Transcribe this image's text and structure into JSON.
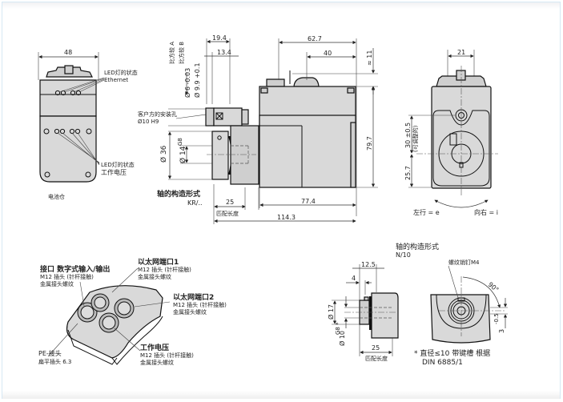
{
  "drawing": {
    "front_view": {
      "width_dim": "48",
      "led_ethernet_label_1": "LED灯的状态",
      "led_ethernet_label_2": "Ethernet",
      "led_power_label_1": "LED灯的状态",
      "led_power_label_2": "工作电压",
      "battery_label": "电池仓"
    },
    "side_view": {
      "dim_19_4": "19.4",
      "dim_13_4": "13.4",
      "dim_phi6": "Ø 6 -0.03",
      "dim_phi6_note": "比方较 A",
      "dim_phi9_9": "Ø 9.9 +0.1",
      "dim_phi9_9_note": "比方较 B",
      "mount_hole_1": "客户方的安装孔",
      "mount_hole_2": "Ø10 H9",
      "dim_phi36": "Ø 36",
      "dim_phi14": "Ø 14",
      "dim_phi14_tol": "G8",
      "shaft_type_1": "轴的构造形式",
      "shaft_type_2": "KR/..",
      "dim_25": "25",
      "fit_length": "匹配长度",
      "dim_62_7": "62.7",
      "dim_40": "40",
      "dim_11": "≈ 11",
      "dim_79_7": "79.7",
      "dim_77_4": "77.4",
      "dim_114_3": "114.3"
    },
    "rear_view": {
      "dim_21": "21",
      "dim_30": "30 ±0.5",
      "dim_30_note": "(可调整的)",
      "dim_25_7": "25.7",
      "left_rotation": "左行 = e",
      "right_rotation": "向右 = i"
    },
    "connector_view": {
      "io_title": "接口 数字式输入/输出",
      "io_plug": "M12 插头 (针杆接触)",
      "io_thread": "金属接头螺纹",
      "eth1_title": "以太网端口1",
      "eth1_plug": "M12 插头 (针杆接触)",
      "eth1_thread": "金属接头螺纹",
      "eth2_title": "以太网端口2",
      "eth2_plug": "M12 插头 (针杆接触)",
      "eth2_thread": "金属接头螺纹",
      "pe_title": "PE-接头",
      "pe_plug": "扁平插头 6.3",
      "pwr_title": "工作电压",
      "pwr_plug": "M12 插头 (针杆接触)",
      "pwr_thread": "金属接头螺纹"
    },
    "shaft_n10": {
      "shaft_type_1": "轴的构造形式",
      "shaft_type_2": "N/10",
      "dim_12_5": "12.5",
      "dim_4": "4",
      "dim_phi17": "Ø 17",
      "dim_phi10": "Ø 10",
      "dim_phi10_tol": "G8 *",
      "dim_25": "25",
      "fit_length": "匹配长度",
      "screw_label": "螺纹销钉M4",
      "angle": "90°",
      "dim_3": "3",
      "dim_3_tol": "-0.5",
      "footnote_1": "* 直径≤10 带键槽 根据",
      "footnote_2": "DIN 6885/1"
    }
  }
}
